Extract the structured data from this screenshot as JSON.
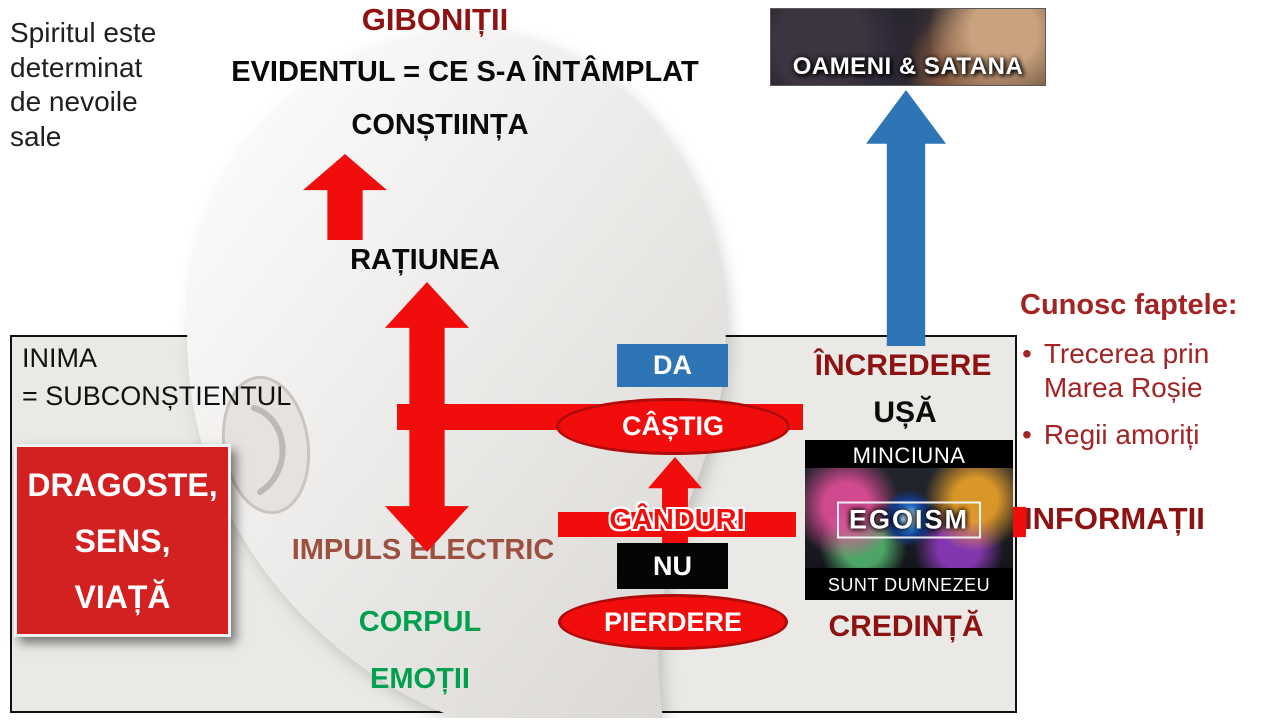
{
  "colors": {
    "dark_red": "#8e1212",
    "facts_red": "#a32424",
    "bright_red": "#f20d0d",
    "blue": "#2e75b6",
    "green": "#00a14e",
    "impuls_brown": "#9c5040",
    "dragoste_red": "#d32121",
    "panel_gray": "#eae9e6"
  },
  "spirit_note": {
    "lines": [
      "Spiritul este",
      "determinat",
      "de nevoile",
      "sale"
    ]
  },
  "mind": {
    "gibonitii": "GIBONIȚII",
    "evidentul": "EVIDENTUL = CE S-A ÎNTÂMPLAT",
    "constiinta": "CONȘTIINȚA",
    "ratiunea": "RAȚIUNEA"
  },
  "oameni_satana": {
    "caption": "OAMENI & SATANA"
  },
  "facts": {
    "title": "Cunosc faptele:",
    "bullet_char": "•",
    "bullets": [
      "Trecerea prin Marea Roșie",
      "Regii amoriți"
    ]
  },
  "informatii_label": "INFORMAȚII",
  "heart_panel": {
    "inima": "INIMA",
    "subconstient": "= SUBCONȘTIENTUL",
    "dragoste_lines": [
      "DRAGOSTE,",
      "SENS,",
      "VIAȚĂ"
    ],
    "impuls_electric": "IMPULS ELECTRIC",
    "corpul": "CORPUL",
    "emotii": "EMOȚII",
    "da": "DA",
    "castig": "CÂȘTIG",
    "ganduri": "GÂNDURI",
    "nu": "NU",
    "pierdere": "PIERDERE",
    "incredere": "ÎNCREDERE",
    "usa": "UȘĂ",
    "credinta": "CREDINȚĂ"
  },
  "egoism_box": {
    "minciuna": "MINCIUNA",
    "egoism": "EGOISM",
    "sunt_dumnezeu": "SUNT DUMNEZEU"
  }
}
